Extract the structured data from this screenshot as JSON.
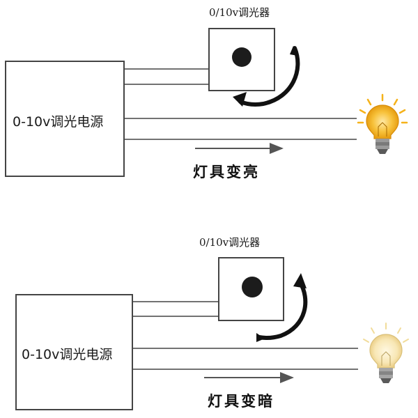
{
  "panels": [
    {
      "power_supply_label": "0-10v调光电源",
      "dimmer_label": "0/10v调光器",
      "caption": "灯具变亮",
      "bulb_state": "bright",
      "knob_rotation": "clockwise"
    },
    {
      "power_supply_label": "0-10v调光电源",
      "dimmer_label": "0/10v调光器",
      "caption": "灯具变暗",
      "bulb_state": "dim",
      "knob_rotation": "counterclockwise"
    }
  ],
  "colors": {
    "line": "#333333",
    "box_border": "#444444",
    "knob": "#1c1c1c",
    "bulb_bright": "#f5b21a",
    "bulb_dim": "#f6e2a6",
    "bulb_base": "#8a8a8a"
  }
}
